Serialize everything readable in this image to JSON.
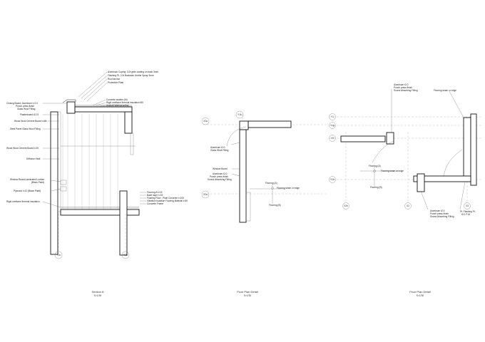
{
  "section_a": {
    "caption": "Section A",
    "scale": "S=1/30",
    "labels": {
      "coping": "Aluminum Coping: 3.0t gelin coating on back 3mm",
      "flashing": "Flashing Pt. 2.0t  Backside Urethe Spray 3mm",
      "roof_anchor": "Roof anchor",
      "protective_plate": "Protective Plate",
      "concrete_sealers": "Concrete sealers  (M)",
      "rigid_insulation_top": "Rigid urethane thermal insulation  t50",
      "asphalt": "Asphalt Waterproofing",
      "closing_board": "Closing Board: Aluminum t=2.0",
      "punch_press": "Punch press finish",
      "glass_wool": "Glass Wool Filling",
      "plasterboard": "Plasterboard t12.5",
      "wood_wool_1": "Wood Wool Cement Board t=15",
      "steel_panel": "Steel Panel Glass Wool Filling",
      "wood_wool_2": "Wood Wool Cement Board t=25",
      "diffusion_wall": "Diffusion Wall",
      "window_board": "Window Board:Laminated Lumber",
      "black_paint": "(Black Paint)",
      "plywood": "Plywood t=12 (Black Paint)",
      "rigid_insulation_bottom": "Rigid urethane thermal insulation",
      "flooring": "Flooring A t=15",
      "base_layer": "Base layer t=15",
      "floating_floor": "Floating Floor : Plain Concrete t=100",
      "vibration": "Vibration Isolation Flooring Material t=50",
      "concrete_frame": "Concrete Frame"
    },
    "grid_left": "Y1a",
    "grid_right": "Y1b"
  },
  "floor_plan_center": {
    "caption": "Floor Plan Detail",
    "scale": "S=1/30",
    "labels": {
      "aluminum": "Aluminum t2.0",
      "glass_wool": "Glass Wool Filling",
      "window_board": "Window Board",
      "aluminum_2": "Aluminum t2.0",
      "punch_press": "Punch press finish",
      "sound_absorbing": "Sound Absorbing Filling",
      "flooring_a": "Flooring  (A)",
      "flooring_seam": "Flooring seam or edge",
      "flooring_b": "Flooring  (B)"
    },
    "grid_top": "Y1b",
    "grid_left_top": "X2a",
    "grid_left_bottom": "X2a"
  },
  "floor_plan_right": {
    "caption": "Floor Plan Detail",
    "scale": "S=1/30",
    "labels": {
      "aluminum_top": "Aluminum t2.0",
      "punch_press_top": "Punch press finish",
      "sound_absorbing_top": "Sound Absorbing Filling",
      "flooring_seam_top": "Flooring seam or edge",
      "flooring_a": "Flooring  (A)",
      "flooring_seam_mid": "Flooring seam or edge",
      "flooring_b": "Flooring  (B)",
      "aluminum_bottom": "Aluminum t2.0",
      "punch_press_bottom": "Punch press finish",
      "sound_absorbing_bottom": "Sound Absorbing Filling",
      "flashing": "Pt. Flashing Pt.",
      "flashing_2": "t2.0 F-M"
    },
    "grid_y1": "Y1",
    "grid_y1g": "Y1g",
    "grid_y1f": "Y1f",
    "grid_y1h": "Y1h",
    "grid_x2b": "X2b",
    "grid_x2": "X2",
    "grid_x3": "X3"
  }
}
